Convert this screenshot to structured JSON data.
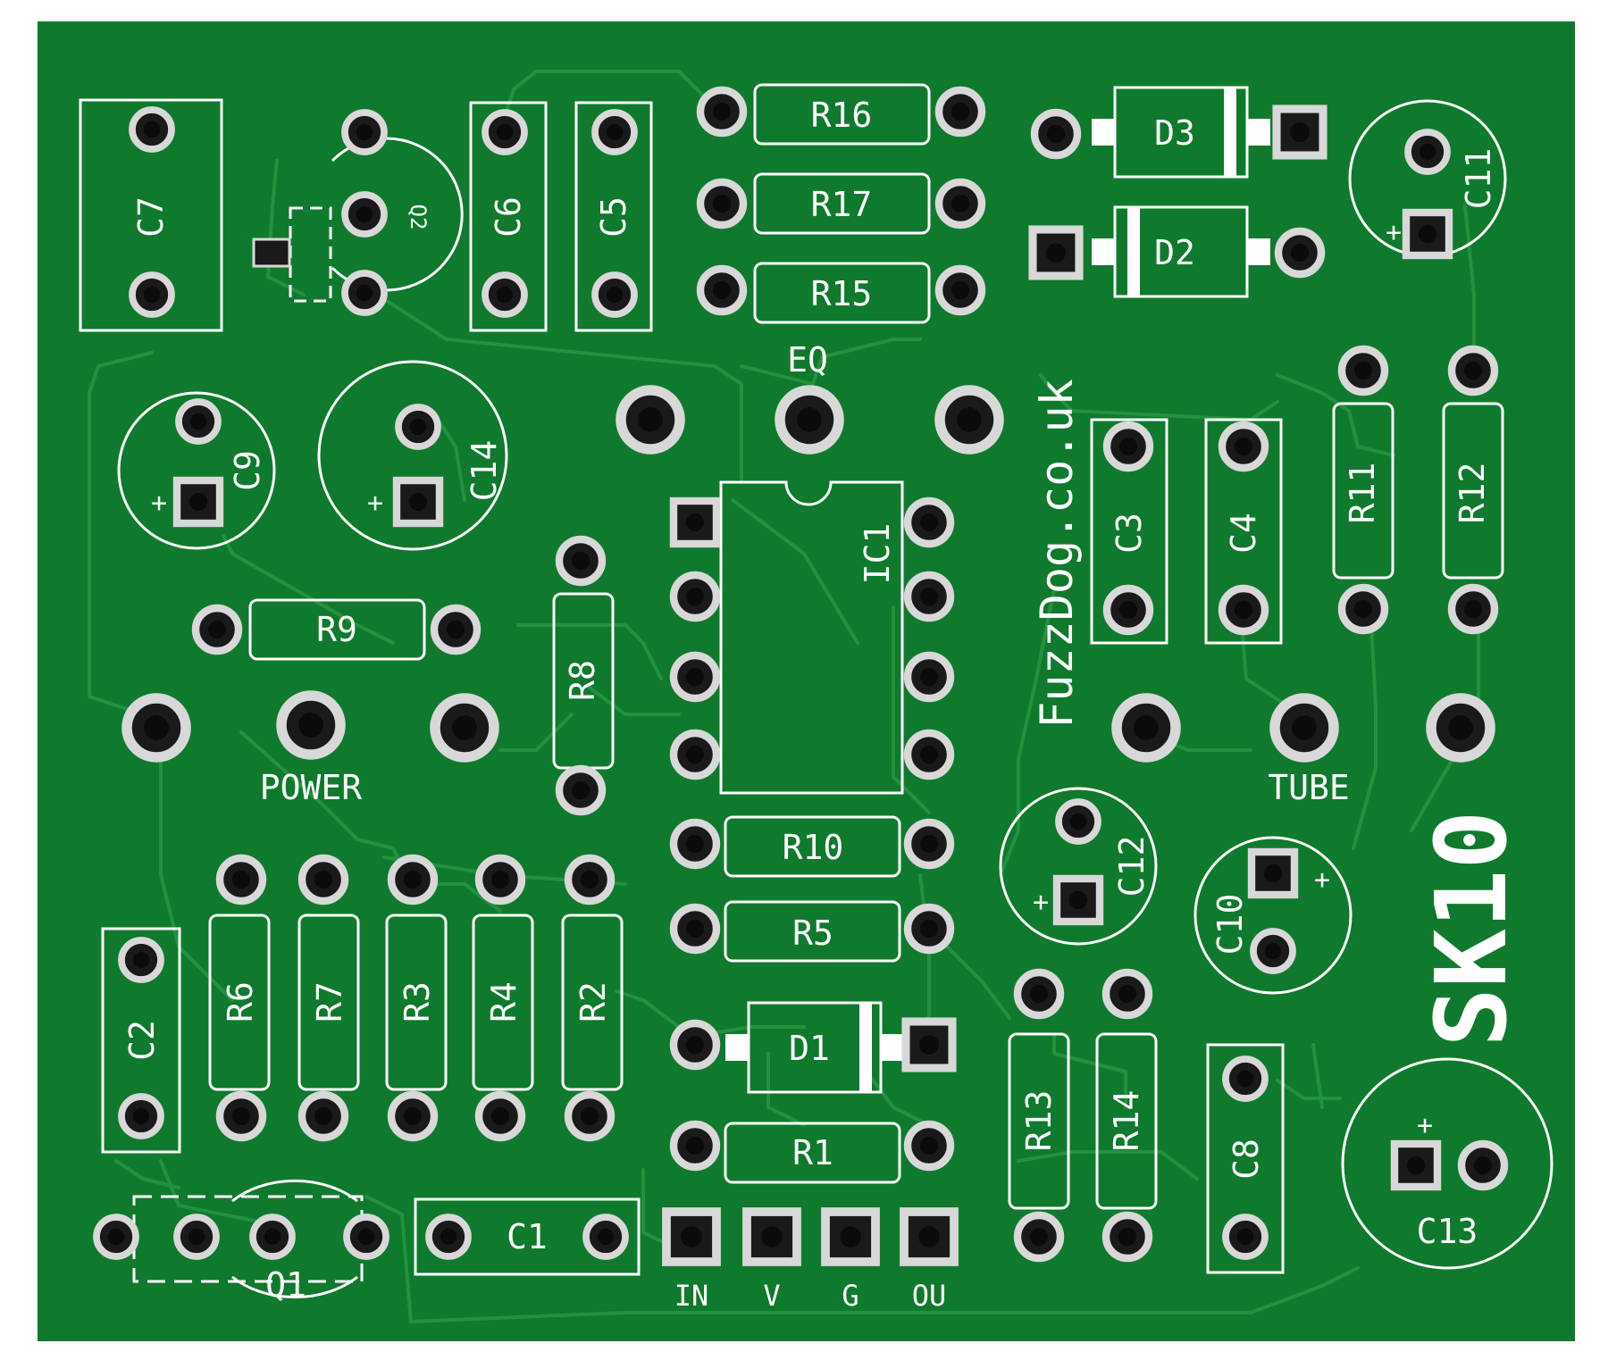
{
  "board": {
    "name": "SK10",
    "website": "FuzzDog.co.uk",
    "colors": {
      "soldermask": "#0f7a2d",
      "trace": "#1e8c3c",
      "silkscreen": "#ffffff",
      "pad_ring": "#d8d8d8",
      "hole": "#1a1a1a"
    }
  },
  "components": {
    "C1": "C1",
    "C2": "C2",
    "C3": "C3",
    "C4": "C4",
    "C5": "C5",
    "C6": "C6",
    "C7": "C7",
    "C8": "C8",
    "C9": "C9",
    "C10": "C10",
    "C11": "C11",
    "C12": "C12",
    "C13": "C13",
    "C14": "C14",
    "R1": "R1",
    "R2": "R2",
    "R3": "R3",
    "R4": "R4",
    "R5": "R5",
    "R6": "R6",
    "R7": "R7",
    "R8": "R8",
    "R9": "R9",
    "R10": "R10",
    "R11": "R11",
    "R12": "R12",
    "R13": "R13",
    "R14": "R14",
    "R15": "R15",
    "R16": "R16",
    "R17": "R17",
    "D1": "D1",
    "D2": "D2",
    "D3": "D3",
    "Q1": "Q1",
    "Q2": "Q2",
    "IC1": "IC1"
  },
  "pots": {
    "eq": "EQ",
    "power": "POWER",
    "tube": "TUBE"
  },
  "connectors": {
    "in": "IN",
    "v": "V",
    "g": "G",
    "out": "OU"
  },
  "polarity": {
    "plus": "+"
  }
}
